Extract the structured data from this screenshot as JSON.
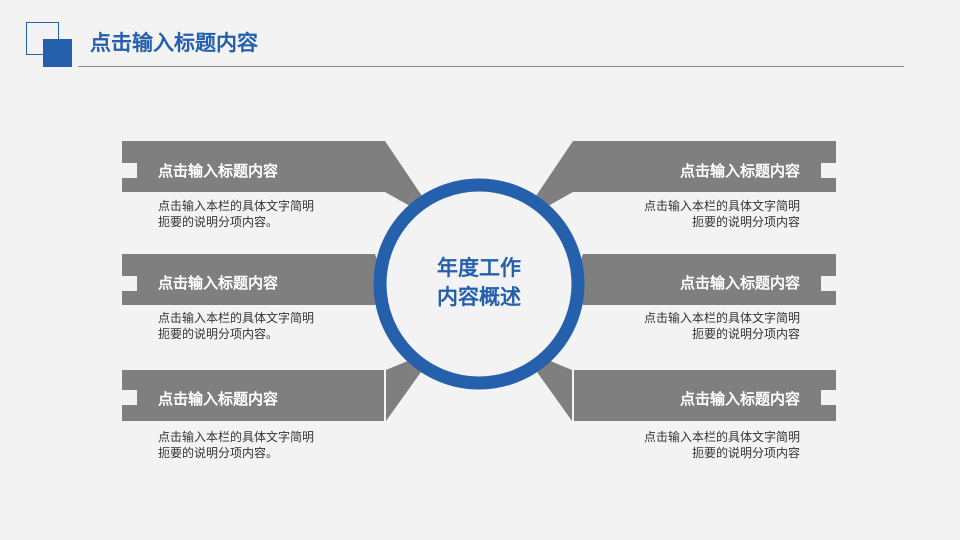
{
  "header": {
    "title": "点击输入标题内容"
  },
  "center": {
    "line1": "年度工作",
    "line2": "内容概述"
  },
  "items": [
    {
      "title": "点击输入标题内容",
      "desc1": "点击输入本栏的具体文字简明",
      "desc2": "扼要的说明分项内容。"
    },
    {
      "title": "点击输入标题内容",
      "desc1": "点击输入本栏的具体文字简明",
      "desc2": "扼要的说明分项内容。"
    },
    {
      "title": "点击输入标题内容",
      "desc1": "点击输入本栏的具体文字简明",
      "desc2": "扼要的说明分项内容。"
    },
    {
      "title": "点击输入标题内容",
      "desc1": "点击输入本栏的具体文字简明",
      "desc2": "扼要的说明分项内容"
    },
    {
      "title": "点击输入标题内容",
      "desc1": "点击输入本栏的具体文字简明",
      "desc2": "扼要的说明分项内容"
    },
    {
      "title": "点击输入标题内容",
      "desc1": "点击输入本栏的具体文字简明",
      "desc2": "扼要的说明分项内容"
    }
  ],
  "colors": {
    "accent": "#2560ad",
    "band": "#7f7f7f"
  }
}
